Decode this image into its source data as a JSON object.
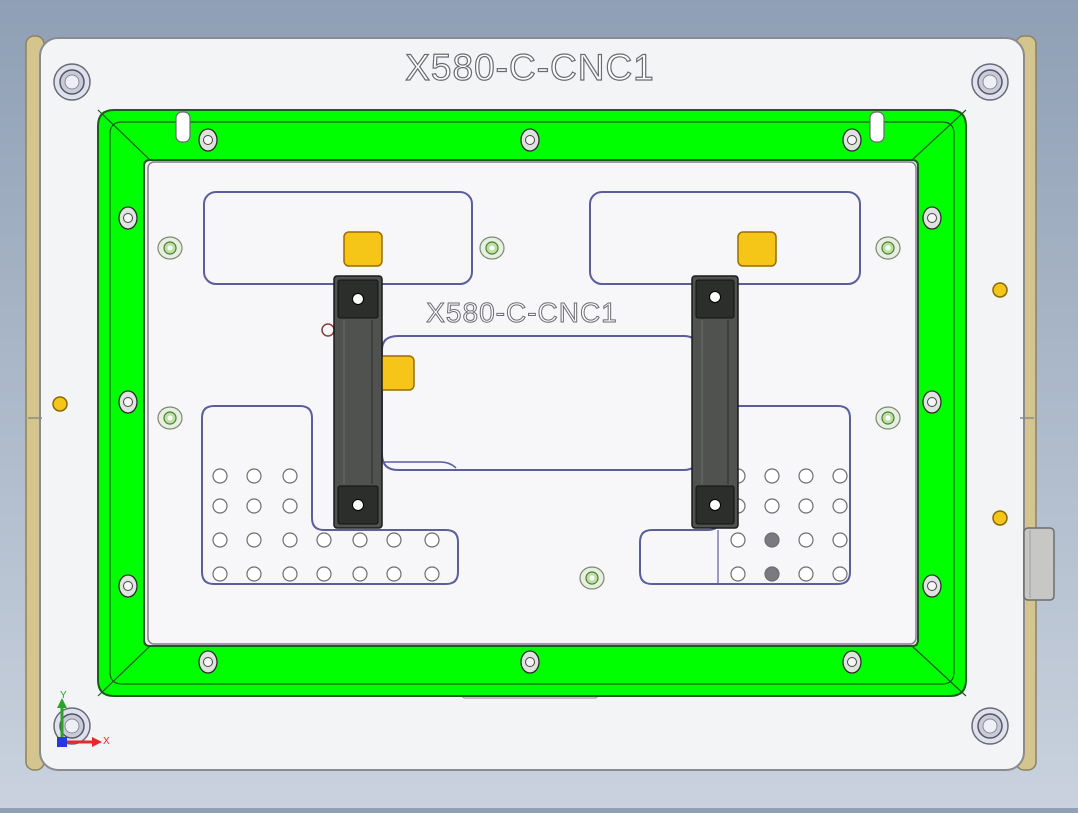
{
  "part": {
    "top_label": "X580-C-CNC1",
    "center_label": "X580-C-CNC1"
  },
  "triad": {
    "y_label": "Y",
    "x_label": "X"
  },
  "colors": {
    "background_top": "#8f9fb5",
    "background_bottom": "#c9d2de",
    "plate": "#f3f4f6",
    "plate_edge": "#9a9aa0",
    "side_gold": "#d4c48e",
    "seal_green": "#00ff00",
    "pad_yellow": "#f5c518",
    "clamp_dark": "#4f524f",
    "axis_x": "#e8262b",
    "axis_y": "#2aa52a",
    "axis_z": "#2b35e8"
  }
}
